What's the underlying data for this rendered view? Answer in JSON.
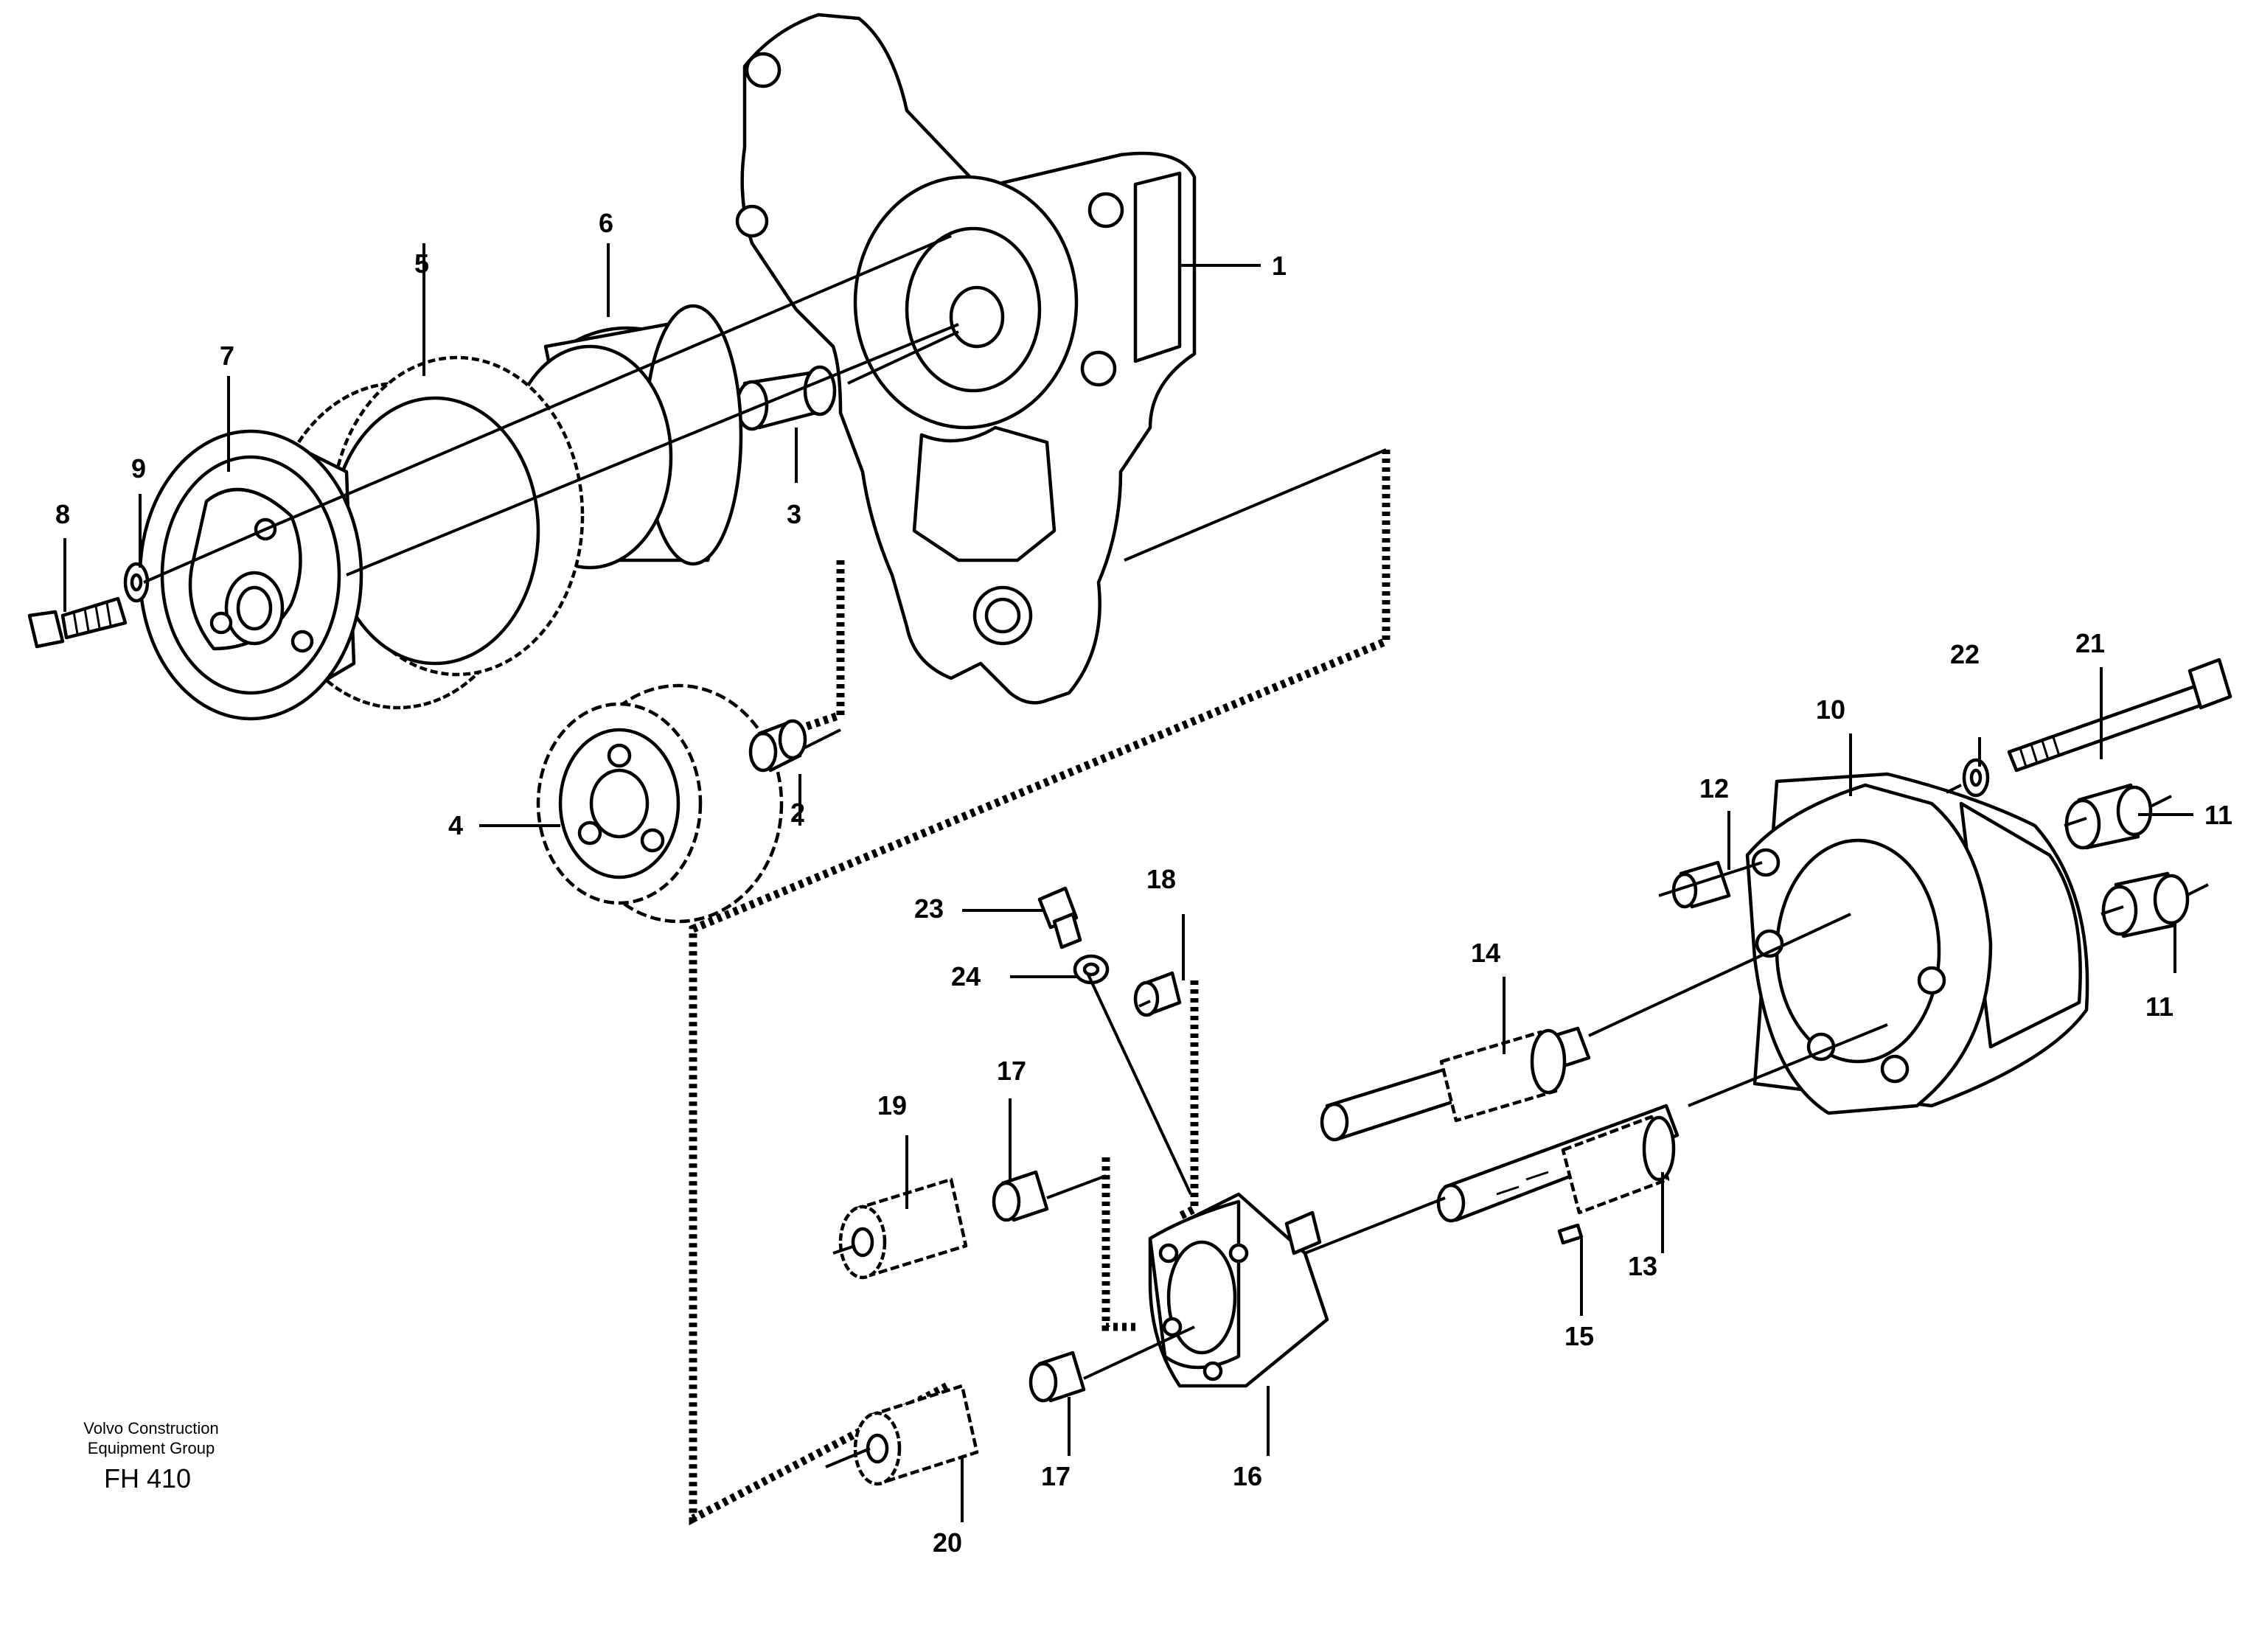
{
  "figure": {
    "caption_line1": "Volvo Construction",
    "caption_line2": "Equipment Group",
    "figure_code": "FH 410"
  },
  "callouts": {
    "c1": "1",
    "c2": "2",
    "c3": "3",
    "c4": "4",
    "c5": "5",
    "c6": "6",
    "c7": "7",
    "c8": "8",
    "c9": "9",
    "c10": "10",
    "c11a": "11",
    "c11b": "11",
    "c12": "12",
    "c13": "13",
    "c14": "14",
    "c15": "15",
    "c16": "16",
    "c17a": "17",
    "c17b": "17",
    "c18": "18",
    "c19": "19",
    "c20": "20",
    "c21": "21",
    "c22": "22",
    "c23": "23",
    "c24": "24"
  }
}
